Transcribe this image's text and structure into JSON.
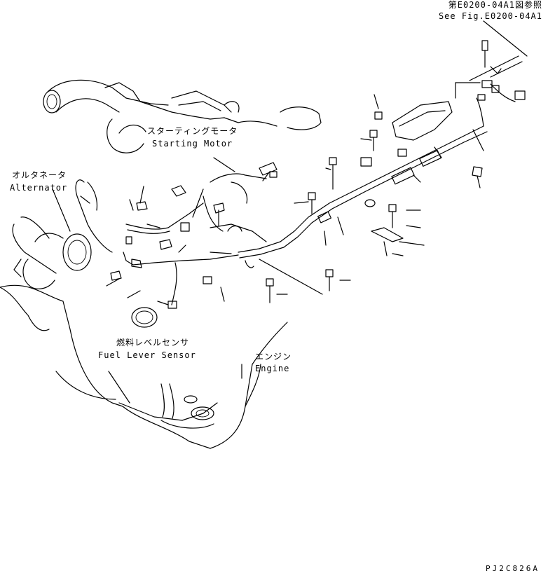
{
  "labels": {
    "reference_jp": "第E0200-04A1図参照",
    "reference_en": "See Fig.E0200-04A1",
    "starting_motor_jp": "スターティングモータ",
    "starting_motor_en": "Starting Motor",
    "alternator_jp": "オルタネータ",
    "alternator_en": "Alternator",
    "fuel_sensor_jp": "燃料レベルセンサ",
    "fuel_sensor_en": "Fuel Lever Sensor",
    "engine_jp": "エンジン",
    "engine_en": "Engine",
    "drawing_code": "PJ2C826A"
  }
}
